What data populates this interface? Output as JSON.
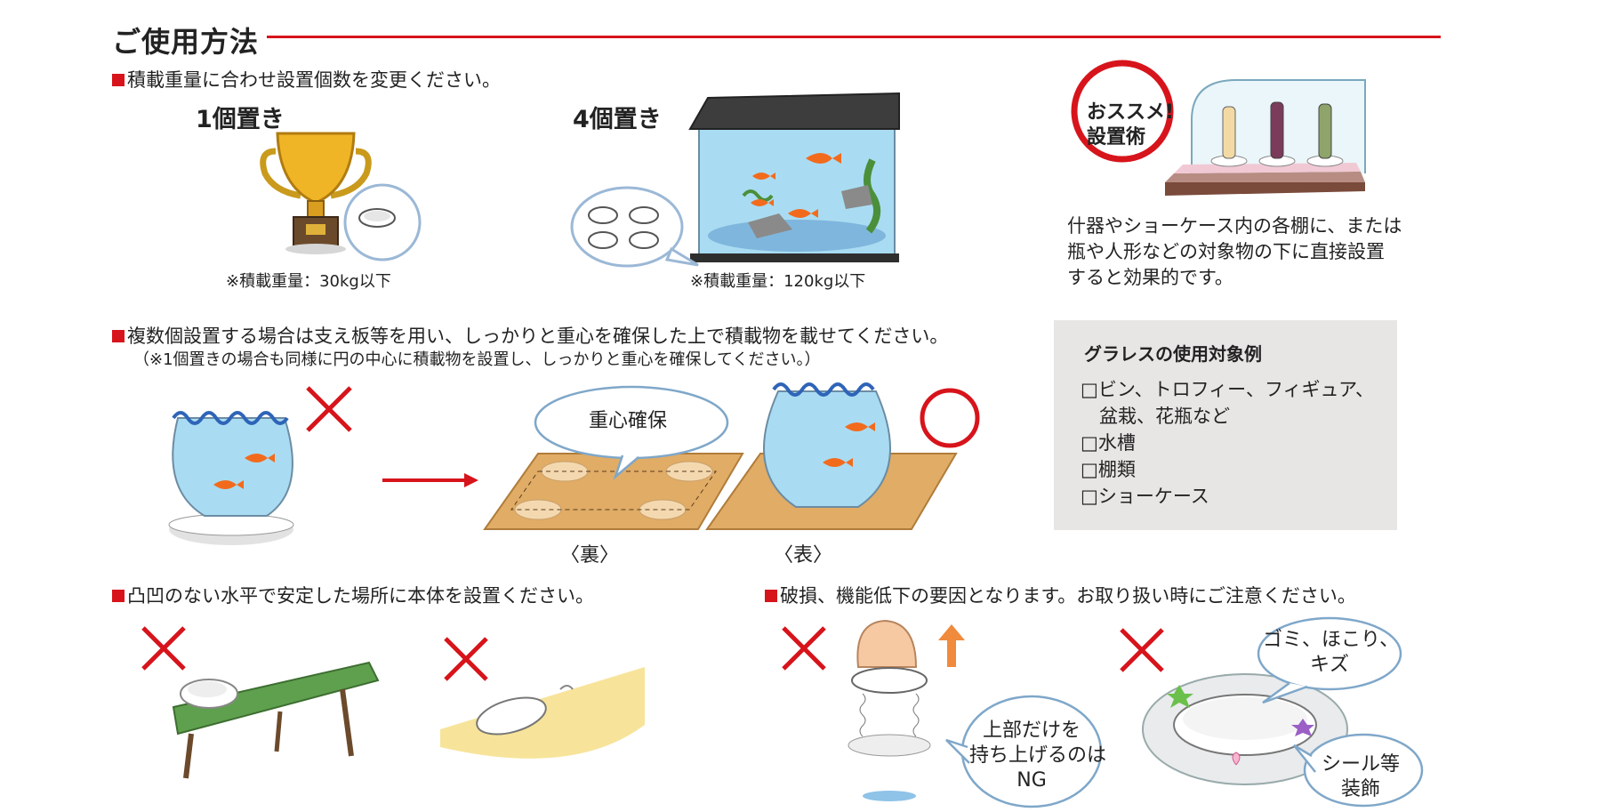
{
  "header": {
    "title": "ご使用方法"
  },
  "section1": {
    "heading": "積載重量に合わせ設置個数を変更ください。",
    "left": {
      "caption": "1個置き",
      "note": "※積載重量：30kg以下"
    },
    "right": {
      "caption": "4個置き",
      "note": "※積載重量：120kg以下"
    },
    "recommend": {
      "badge_line1": "おススメ!",
      "badge_line2": "設置術",
      "text_line1": "什器やショーケース内の各棚に、または",
      "text_line2": "瓶や人形などの対象物の下に直接設置",
      "text_line3": "すると効果的です。"
    }
  },
  "section2": {
    "heading": "複数個設置する場合は支え板等を用い、しっかりと重心を確保した上で積載物を載せてください。",
    "subnote": "（※1個置きの場合も同様に円の中心に積載物を設置し、しっかりと重心を確保してください。）",
    "bubble": "重心確保",
    "label_back": "〈裏〉",
    "label_front": "〈表〉",
    "box": {
      "title": "グラレスの使用対象例",
      "items": [
        "□ビン、トロフィー、フィギュア、",
        "　盆栽、花瓶など",
        "□水槽",
        "□棚類",
        "□ショーケース"
      ]
    }
  },
  "section3": {
    "heading": "凸凹のない水平で安定した場所に本体を設置ください。"
  },
  "section4": {
    "heading": "破損、機能低下の要因となります。お取り扱い時にご注意ください。",
    "bubble1_line1": "上部だけを",
    "bubble1_line2": "持ち上げるのは",
    "bubble1_line3": "NG",
    "bubble2_line1": "ゴミ、ほこり、",
    "bubble2_line2": "キズ",
    "bubble3_line1": "シール等",
    "bubble3_line2": "装飾"
  },
  "colors": {
    "accent_red": "#d7141b",
    "box_gray": "#e8e6e4",
    "board": "#e0ac66",
    "water": "#a9dcf2"
  }
}
